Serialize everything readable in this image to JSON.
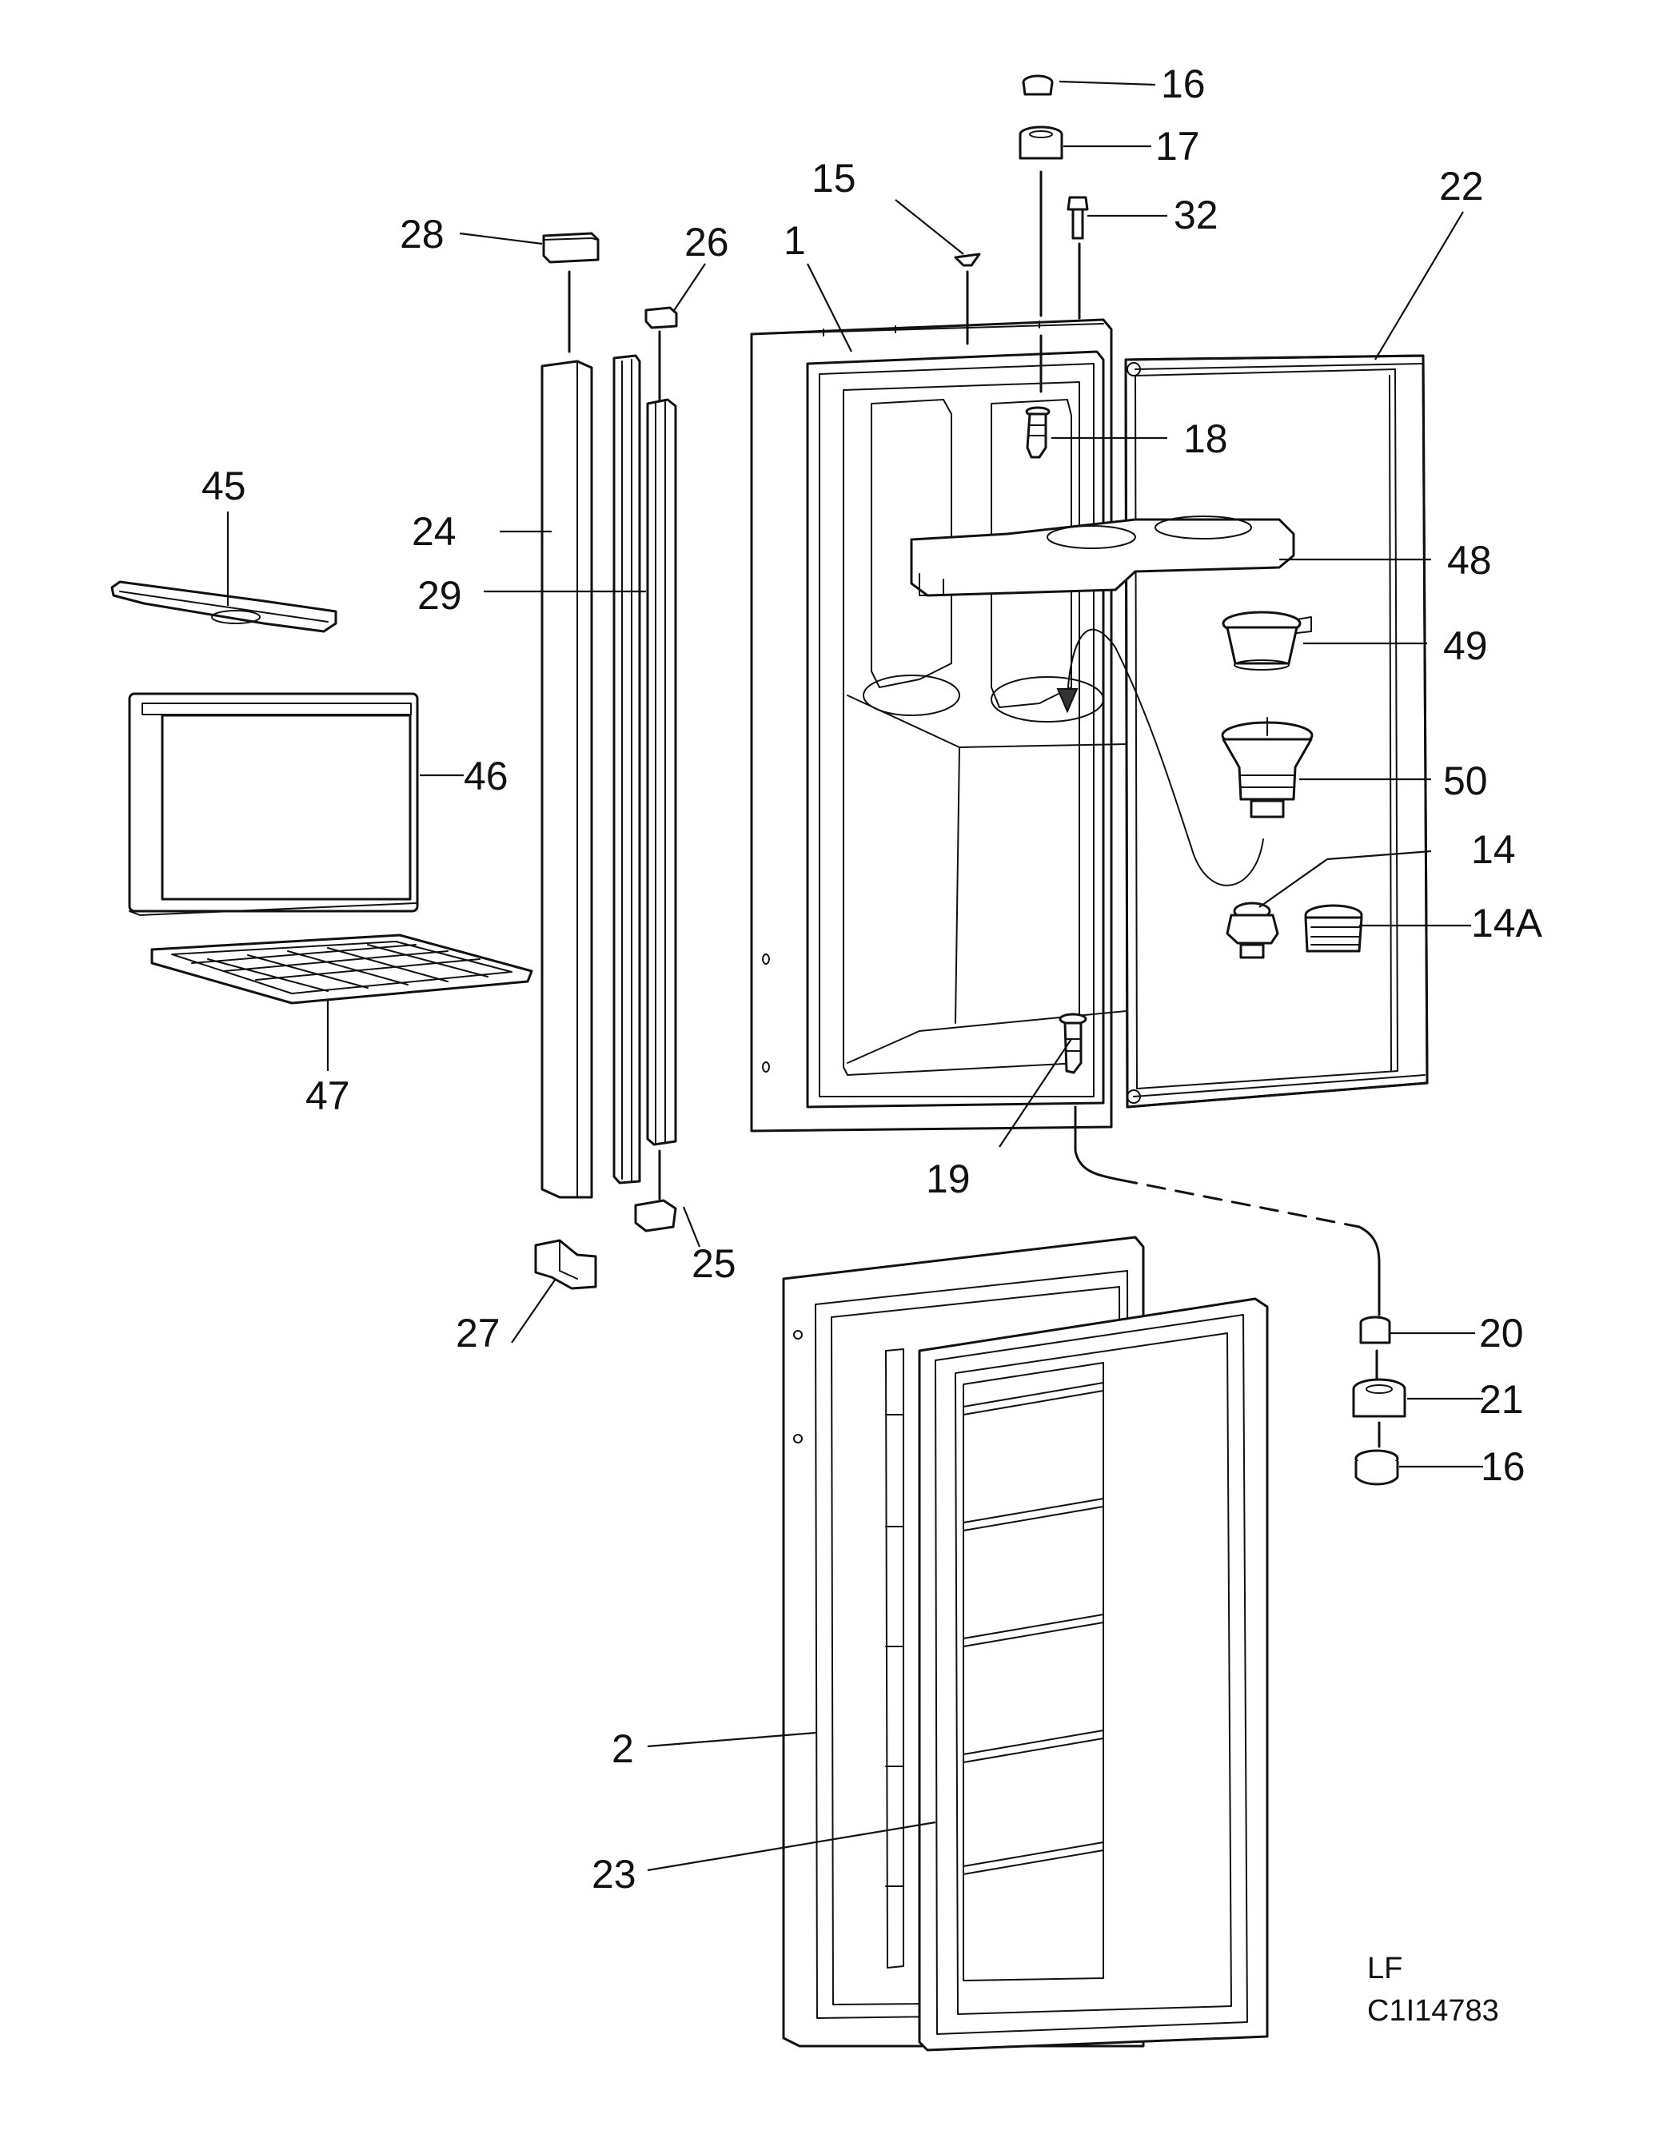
{
  "labels": {
    "l1": "1",
    "l2": "2",
    "l14": "14",
    "l14a": "14A",
    "l15": "15",
    "l16a": "16",
    "l16b": "16",
    "l17": "17",
    "l18": "18",
    "l19": "19",
    "l20": "20",
    "l21": "21",
    "l22": "22",
    "l23": "23",
    "l24": "24",
    "l25": "25",
    "l26": "26",
    "l27": "27",
    "l28": "28",
    "l29": "29",
    "l32": "32",
    "l45": "45",
    "l46": "46",
    "l47": "47",
    "l48": "48",
    "l49": "49",
    "l50": "50"
  },
  "footer": {
    "code1": "LF",
    "code2": "C1I14783"
  }
}
